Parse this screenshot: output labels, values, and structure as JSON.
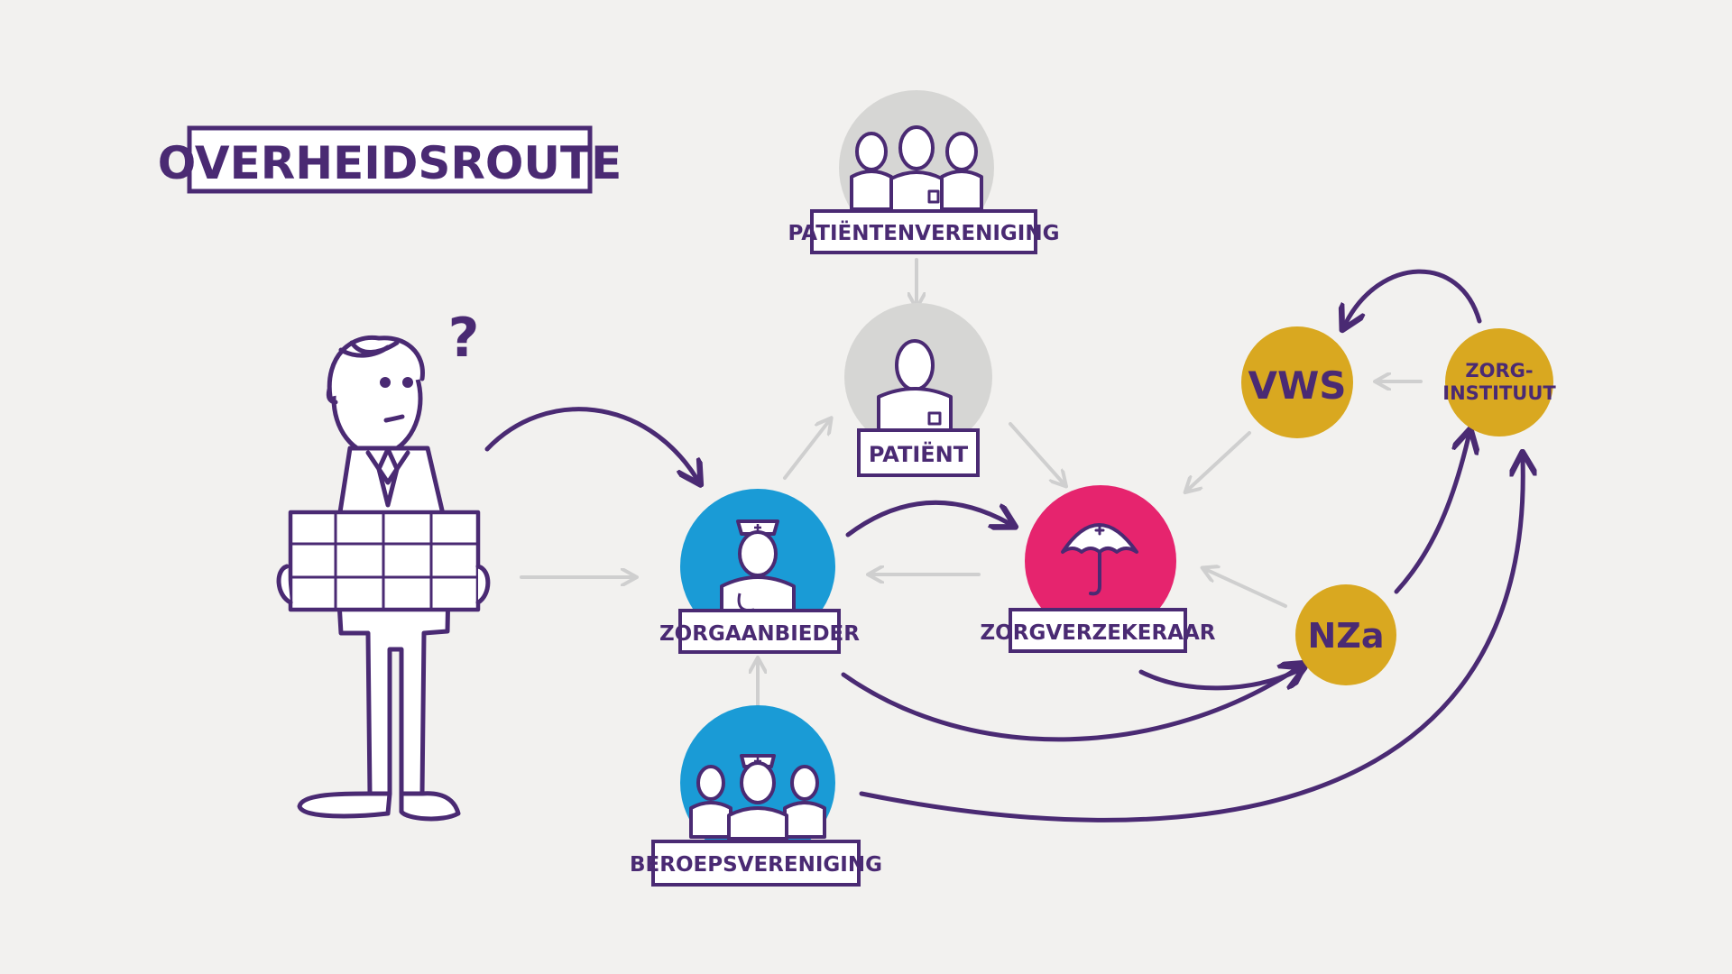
{
  "title": "OVERHEIDSROUTE",
  "question_mark": "?",
  "nodes": {
    "patientenvereniging": "PATIËNTENVERENIGING",
    "patient": "PATIËNT",
    "zorgaanbieder": "ZORGAANBIEDER",
    "zorgverzekeraar": "ZORGVERZEKERAAR",
    "beroepsvereniging": "BEROEPSVERENIGING",
    "vws": "VWS",
    "zorginstituut_line1": "ZORG-",
    "zorginstituut_line2": "INSTITUUT",
    "nza": "NZa"
  },
  "colors": {
    "ink": "#4a2a73",
    "blue": "#1a9bd6",
    "pink": "#e6246e",
    "gold": "#d9a820",
    "grey": "#d6d6d4",
    "faint_arrow": "#cfcfcf",
    "background": "#f2f1ef"
  },
  "icons": [
    "person-with-map-icon",
    "patients-group-icon",
    "patient-icon",
    "nurse-icon",
    "umbrella-cross-icon",
    "care-team-icon"
  ]
}
